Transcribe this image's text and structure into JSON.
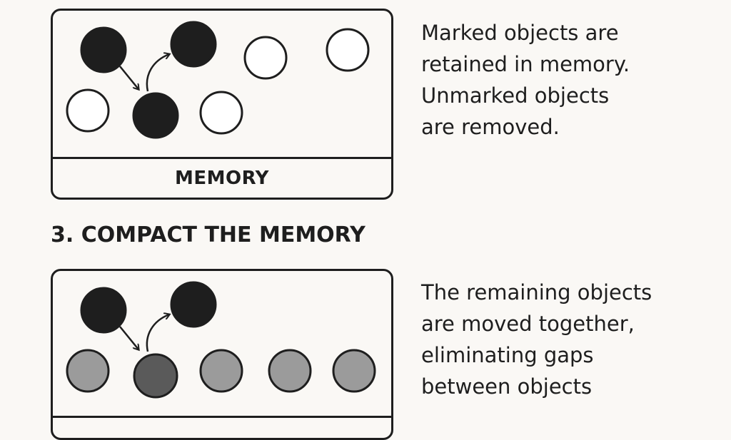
{
  "panel_top": {
    "footer_label": "MEMORY",
    "caption": "Marked objects are\nretained in memory.\nUnmarked objects\nare removed."
  },
  "section": {
    "heading": "3. COMPACT THE MEMORY"
  },
  "panel_bottom": {
    "caption": "The remaining objects\nare moved together,\neliminating gaps\nbetween objects"
  },
  "colors": {
    "background": "#faf8f5",
    "ink": "#1e1e1e",
    "marked_object": "#1e1e1e",
    "unmarked_object": "#ffffff",
    "compacted_object": "#9b9b9b",
    "compacted_object_dark": "#5a5a5a"
  }
}
